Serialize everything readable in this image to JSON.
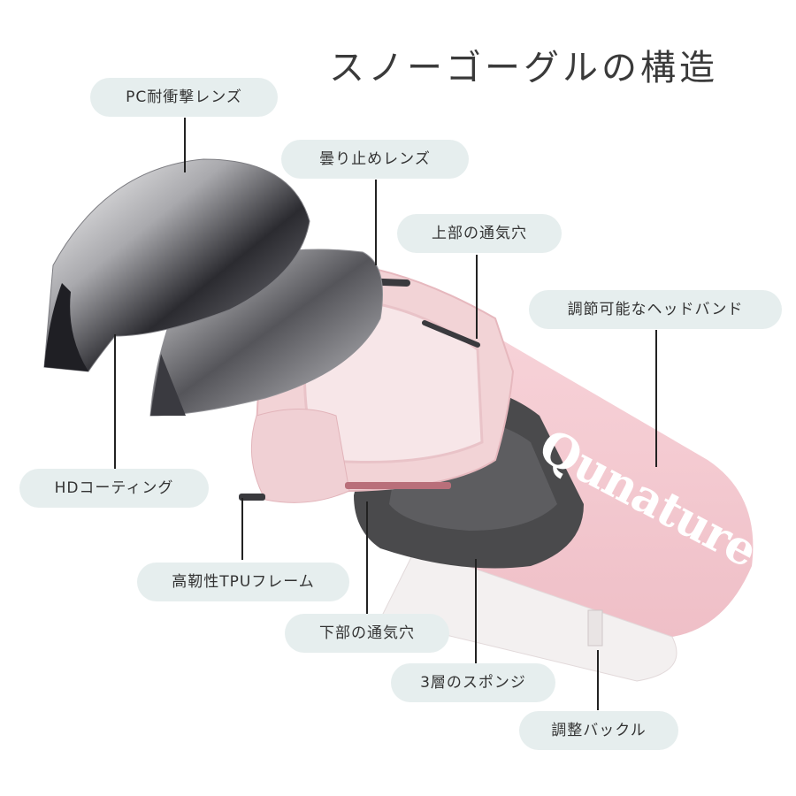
{
  "title": "スノーゴーグルの構造",
  "brand": "Qunature",
  "labels": {
    "pc_lens": "PC耐衝撃レンズ",
    "antifog_lens": "曇り止めレンズ",
    "top_vent": "上部の通気穴",
    "headband": "調節可能なヘッドバンド",
    "hd_coating": "HDコーティング",
    "tpu_frame": "高靭性TPUフレーム",
    "bottom_vent": "下部の通気穴",
    "sponge": "3層のスポンジ",
    "buckle": "調整バックル"
  },
  "colors": {
    "pill_bg": "#e6eeee",
    "frame_pink": "#f2d3d6",
    "strap_pink": "#f4c9cf",
    "foam_dark": "#4a4a4c",
    "lens_silver": "#b8b8bc"
  }
}
